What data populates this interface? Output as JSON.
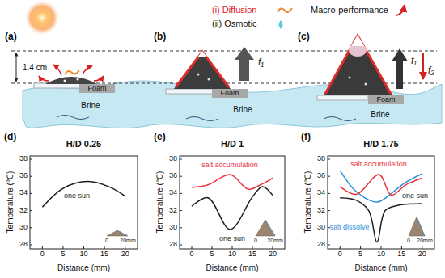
{
  "diagram": {
    "labels": [
      "(a)",
      "1.4 cm",
      "Foam",
      "Brine",
      "(b)",
      "f₁",
      "Foam",
      "Brine",
      "(c)",
      "f₁",
      "f₂",
      "Foam",
      "Brine",
      "(d)",
      "H/D 0.25",
      "Temperature (℃)",
      "Distance (mm)",
      "28",
      "30",
      "32",
      "34",
      "36",
      "38",
      "0",
      "5",
      "10",
      "15",
      "20",
      "one sun",
      "0",
      "20mm",
      "(e)",
      "H/D 1",
      "Temperature (℃)",
      "Distance (mm)",
      "28",
      "30",
      "32",
      "34",
      "36",
      "38",
      "0",
      "5",
      "10",
      "15",
      "20",
      "salt accumulation",
      "one sun",
      "0",
      "20mm",
      "(f)",
      "H/D 1.75",
      "Temperature (℃)",
      "Distance (mm)",
      "28",
      "30",
      "32",
      "34",
      "36",
      "38",
      "0",
      "5",
      "10",
      "15",
      "20",
      "salt accumulation",
      "salt dissolve",
      "one sun",
      "0",
      "20mm"
    ],
    "legend": [
      {
        "text": "(i) Diffusion"
      },
      {
        "text": "(ii) Osmotic"
      },
      {
        "text": "Macro-performance"
      }
    ]
  }
}
